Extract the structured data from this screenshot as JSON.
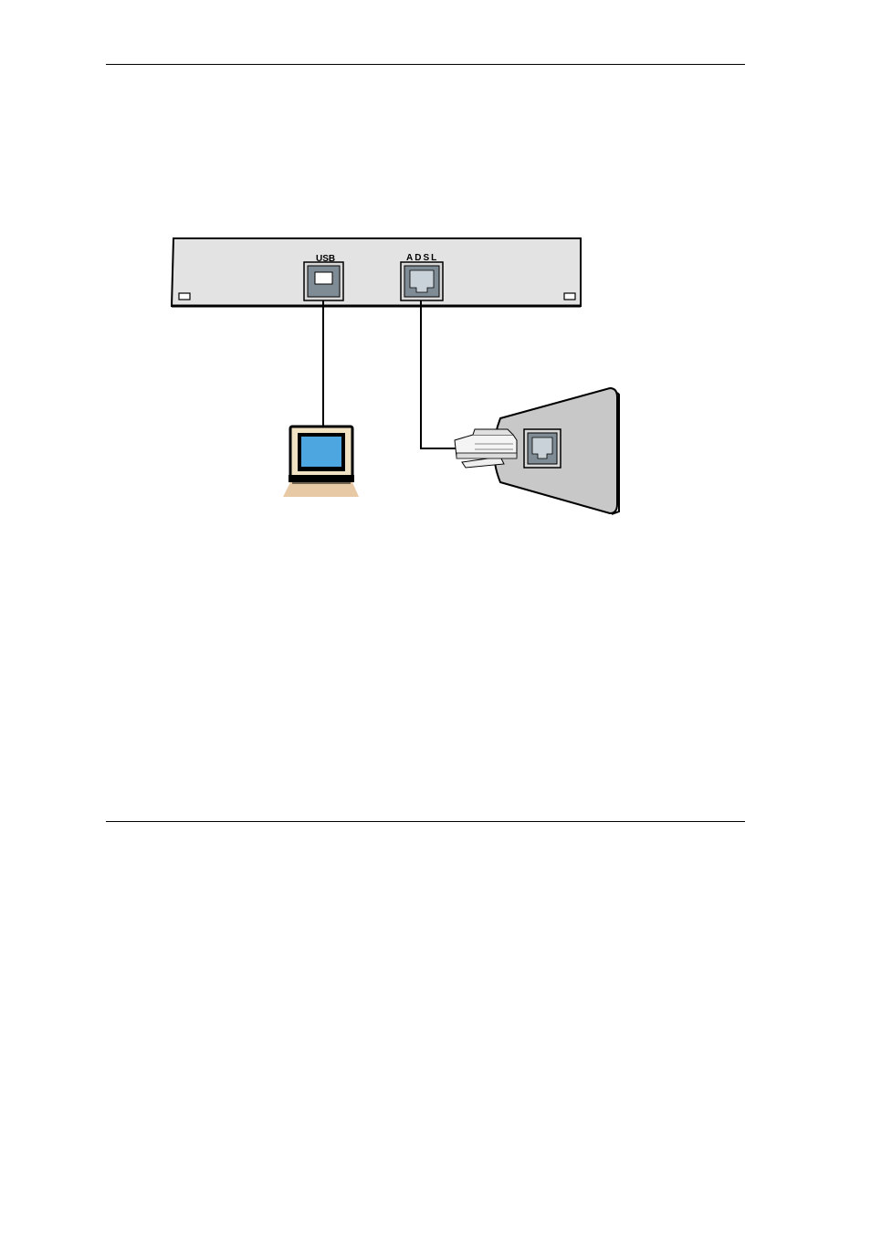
{
  "diagram": {
    "router_panel": {
      "usb_label": "USB",
      "adsl_label": "ADSL"
    },
    "nodes": [
      {
        "id": "router-back-panel",
        "icon": "router-panel-icon"
      },
      {
        "id": "computer",
        "icon": "laptop-icon"
      },
      {
        "id": "telephone-wall-jack",
        "icon": "wall-jack-icon"
      }
    ],
    "connections": [
      {
        "from": "USB",
        "to": "computer",
        "icon": "usb-cable-icon"
      },
      {
        "from": "ADSL",
        "to": "telephone-wall-jack",
        "icon": "phone-cable-icon"
      }
    ],
    "colors": {
      "panel_fill": "#e3e3e3",
      "port_fill": "#7f8c95",
      "screen_fill": "#4da6e0",
      "laptop_base": "#e8c9a6",
      "laptop_body": "#f2e2c4"
    }
  }
}
